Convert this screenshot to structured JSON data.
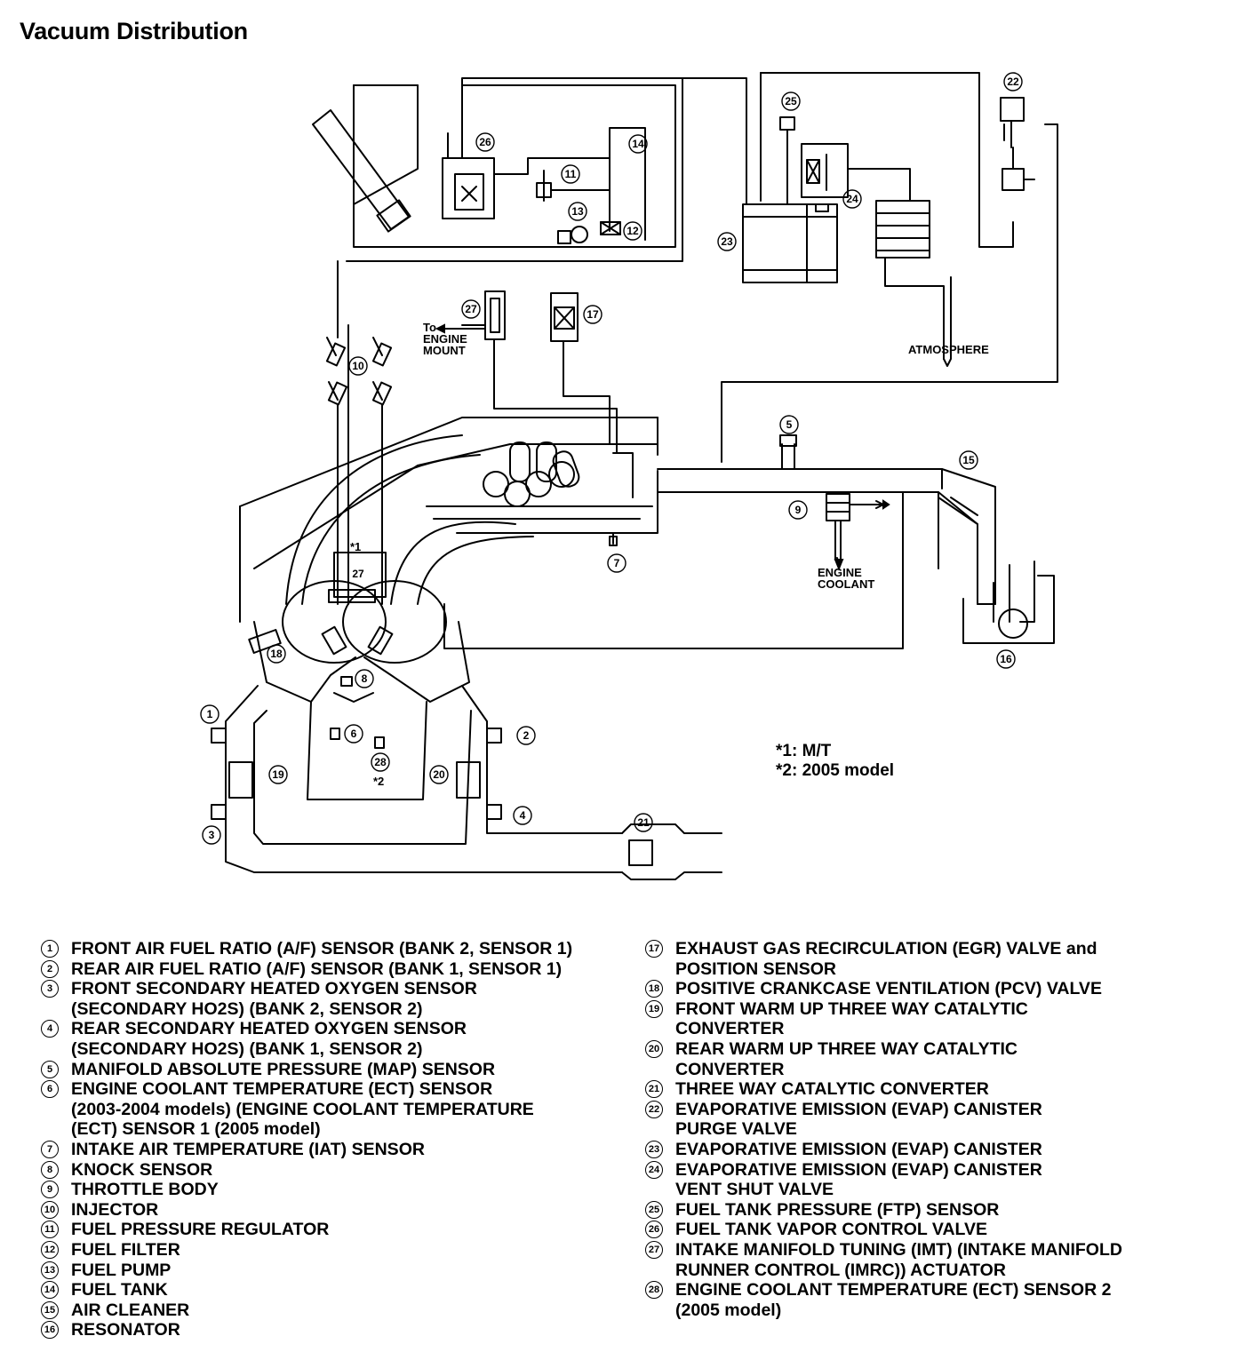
{
  "title": "Vacuum Distribution",
  "diagram_labels": {
    "to_engine_mount": [
      "To",
      "ENGINE",
      "MOUNT"
    ],
    "atmosphere": "ATMOSPHERE",
    "engine_coolant": [
      "ENGINE",
      "COOLANT"
    ],
    "star1": "*1",
    "star2": "*2"
  },
  "callouts": [
    "1",
    "2",
    "3",
    "4",
    "5",
    "6",
    "7",
    "8",
    "9",
    "10",
    "11",
    "12",
    "13",
    "14",
    "15",
    "16",
    "17",
    "18",
    "19",
    "20",
    "21",
    "22",
    "23",
    "24",
    "25",
    "26",
    "27",
    "28"
  ],
  "notes": [
    "*1: M/T",
    "*2: 2005 model"
  ],
  "legend_left": [
    {
      "num": "1",
      "lines": [
        "FRONT AIR FUEL RATIO (A/F) SENSOR (BANK 2, SENSOR 1)"
      ]
    },
    {
      "num": "2",
      "lines": [
        "REAR AIR FUEL RATIO (A/F) SENSOR (BANK 1, SENSOR 1)"
      ]
    },
    {
      "num": "3",
      "lines": [
        "FRONT SECONDARY HEATED OXYGEN SENSOR",
        "(SECONDARY HO2S) (BANK 2, SENSOR 2)"
      ]
    },
    {
      "num": "4",
      "lines": [
        "REAR SECONDARY HEATED OXYGEN SENSOR",
        "(SECONDARY HO2S) (BANK 1, SENSOR 2)"
      ]
    },
    {
      "num": "5",
      "lines": [
        "MANIFOLD ABSOLUTE PRESSURE (MAP) SENSOR"
      ]
    },
    {
      "num": "6",
      "lines": [
        "ENGINE COOLANT TEMPERATURE (ECT) SENSOR",
        "(2003-2004 models) (ENGINE COOLANT TEMPERATURE",
        "(ECT) SENSOR 1 (2005 model)"
      ]
    },
    {
      "num": "7",
      "lines": [
        "INTAKE AIR TEMPERATURE (IAT) SENSOR"
      ]
    },
    {
      "num": "8",
      "lines": [
        "KNOCK SENSOR"
      ]
    },
    {
      "num": "9",
      "lines": [
        "THROTTLE BODY"
      ]
    },
    {
      "num": "10",
      "lines": [
        "INJECTOR"
      ]
    },
    {
      "num": "11",
      "lines": [
        "FUEL PRESSURE REGULATOR"
      ]
    },
    {
      "num": "12",
      "lines": [
        "FUEL FILTER"
      ]
    },
    {
      "num": "13",
      "lines": [
        "FUEL PUMP"
      ]
    },
    {
      "num": "14",
      "lines": [
        "FUEL TANK"
      ]
    },
    {
      "num": "15",
      "lines": [
        "AIR CLEANER"
      ]
    },
    {
      "num": "16",
      "lines": [
        "RESONATOR"
      ]
    }
  ],
  "legend_right": [
    {
      "num": "17",
      "lines": [
        "EXHAUST GAS RECIRCULATION (EGR) VALVE and",
        "POSITION SENSOR"
      ]
    },
    {
      "num": "18",
      "lines": [
        "POSITIVE CRANKCASE VENTILATION (PCV) VALVE"
      ]
    },
    {
      "num": "19",
      "lines": [
        "FRONT WARM UP THREE WAY CATALYTIC",
        "CONVERTER"
      ]
    },
    {
      "num": "20",
      "lines": [
        "REAR WARM UP THREE WAY CATALYTIC",
        "CONVERTER"
      ]
    },
    {
      "num": "21",
      "lines": [
        "THREE WAY CATALYTIC CONVERTER"
      ]
    },
    {
      "num": "22",
      "lines": [
        "EVAPORATIVE EMISSION (EVAP) CANISTER",
        "PURGE VALVE"
      ]
    },
    {
      "num": "23",
      "lines": [
        "EVAPORATIVE EMISSION (EVAP) CANISTER"
      ]
    },
    {
      "num": "24",
      "lines": [
        "EVAPORATIVE EMISSION (EVAP) CANISTER",
        "VENT SHUT VALVE"
      ]
    },
    {
      "num": "25",
      "lines": [
        "FUEL TANK PRESSURE (FTP) SENSOR"
      ]
    },
    {
      "num": "26",
      "lines": [
        "FUEL TANK VAPOR CONTROL VALVE"
      ]
    },
    {
      "num": "27",
      "lines": [
        "INTAKE MANIFOLD TUNING (IMT) (INTAKE MANIFOLD",
        "RUNNER CONTROL (IMRC)) ACTUATOR"
      ]
    },
    {
      "num": "28",
      "lines": [
        "ENGINE COOLANT TEMPERATURE (ECT) SENSOR 2",
        "(2005 model)"
      ]
    }
  ]
}
